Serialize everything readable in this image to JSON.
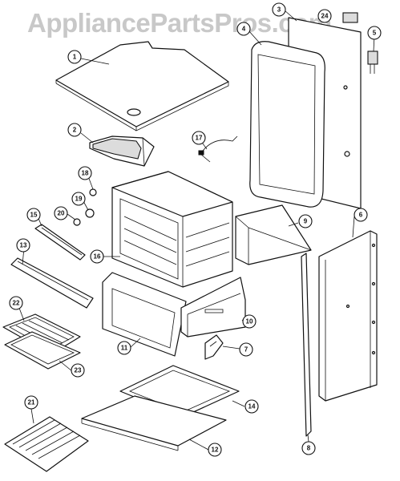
{
  "watermark": "AppliancePartsPros.com",
  "callouts": [
    "1",
    "2",
    "3",
    "24",
    "4",
    "5",
    "17",
    "18",
    "19",
    "20",
    "15",
    "13",
    "16",
    "9",
    "6",
    "22",
    "23",
    "11",
    "10",
    "7",
    "14",
    "21",
    "12",
    "8"
  ]
}
